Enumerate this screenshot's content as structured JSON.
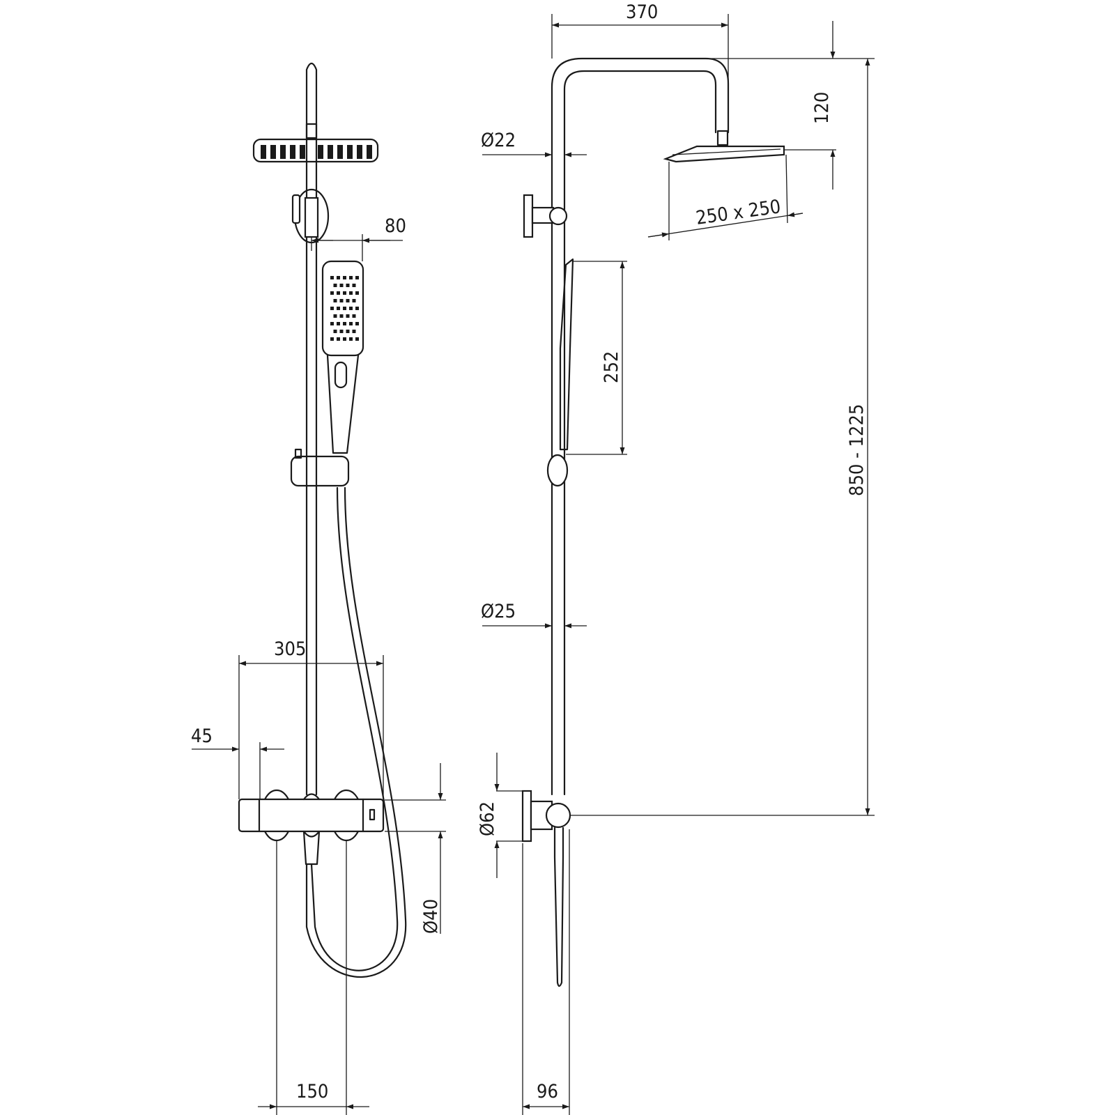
{
  "title": "Shower column technical drawing",
  "dimensions": {
    "head_arm_reach": "370",
    "head_drop": "120",
    "arm_pipe_diameter": "Ø22",
    "head_size": "250 x 250",
    "hand_shower_width": "80",
    "hand_shower_length": "252",
    "height_range": "850 - 1225",
    "rod_diameter": "Ø25",
    "mixer_width": "305",
    "mixer_end_offset": "45",
    "wall_flange_diameter": "Ø62",
    "mixer_body_diameter": "Ø40",
    "inlet_spacing": "150",
    "wall_projection": "96"
  },
  "colors": {
    "line": "#1a1a1a",
    "background": "#ffffff"
  }
}
